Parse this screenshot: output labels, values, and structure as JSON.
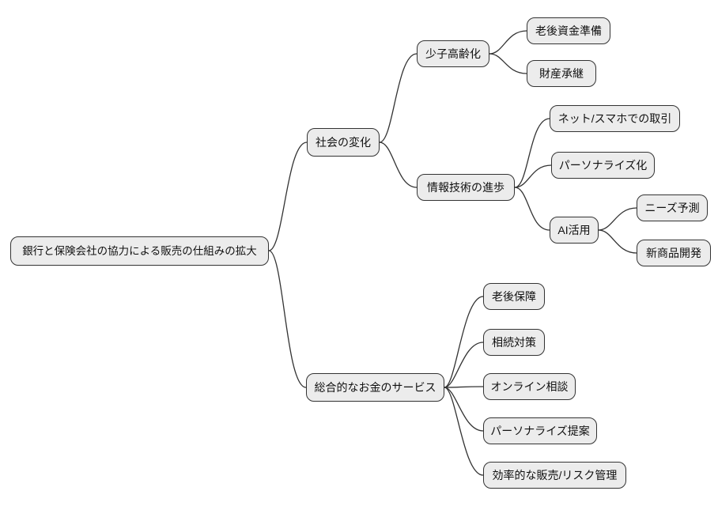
{
  "diagram_type": "mindmap",
  "style": {
    "background": "#ffffff",
    "node_fill": "#ececec",
    "node_border": "#333333",
    "edge_color": "#333333",
    "text_color": "#111111"
  },
  "mindmap": {
    "root": {
      "label": "銀行と保険会社の協力による販売の仕組みの拡大",
      "children": [
        {
          "label": "社会の変化",
          "children": [
            {
              "label": "少子高齢化",
              "children": [
                {
                  "label": "老後資金準備"
                },
                {
                  "label": "財産承継"
                }
              ]
            },
            {
              "label": "情報技術の進歩",
              "children": [
                {
                  "label": "ネット/スマホでの取引"
                },
                {
                  "label": "パーソナライズ化"
                },
                {
                  "label": "AI活用",
                  "children": [
                    {
                      "label": "ニーズ予測"
                    },
                    {
                      "label": "新商品開発"
                    }
                  ]
                }
              ]
            }
          ]
        },
        {
          "label": "総合的なお金のサービス",
          "children": [
            {
              "label": "老後保障"
            },
            {
              "label": "相続対策"
            },
            {
              "label": "オンライン相談"
            },
            {
              "label": "パーソナライズ提案"
            },
            {
              "label": "効率的な販売/リスク管理"
            }
          ]
        }
      ]
    }
  }
}
